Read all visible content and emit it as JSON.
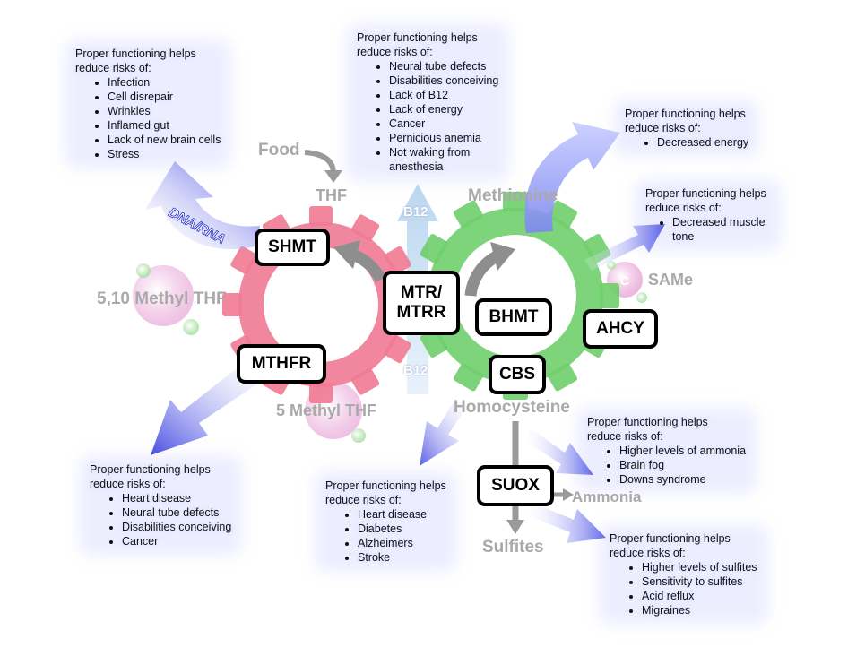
{
  "labels": {
    "food": "Food",
    "thf": "THF",
    "methionine": "Methionine",
    "b12_top": "B12",
    "b12_bottom": "B12",
    "dna_rna": "DNA/RNA",
    "methyl_5_10": "5,10 Methyl THF",
    "methyl_5": "5 Methyl THF",
    "homocysteine": "Homocysteine",
    "same": "SAMe",
    "c_mark": "C",
    "ammonia": "Ammonia",
    "sulfites": "Sulfites"
  },
  "enzymes": {
    "shmt": "SHMT",
    "mtr_line1": "MTR/",
    "mtr_line2": "MTRR",
    "bhmt": "BHMT",
    "ahcy": "AHCY",
    "mthfr": "MTHFR",
    "cbs": "CBS",
    "suox": "SUOX"
  },
  "notes": {
    "shmt": {
      "heading_line1": "Proper functioning helps",
      "heading_line2": "reduce risks of:",
      "items": [
        "Infection",
        "Cell disrepair",
        "Wrinkles",
        "Inflamed gut",
        "Lack of new brain cells",
        "Stress"
      ]
    },
    "mtr": {
      "heading_line1": "Proper functioning helps",
      "heading_line2": "reduce risks of:",
      "items": [
        "Neural tube defects",
        "Disabilities conceiving",
        "Lack of B12",
        "Lack of energy",
        "Cancer",
        "Pernicious anemia",
        "Not waking from anesthesia"
      ]
    },
    "methionine": {
      "heading_line1": "Proper functioning helps",
      "heading_line2": "reduce risks of:",
      "items": [
        "Decreased energy"
      ]
    },
    "same": {
      "heading_line1": "Proper functioning helps",
      "heading_line2": "reduce risks of:",
      "items": [
        "Decreased muscle tone"
      ]
    },
    "mthfr": {
      "heading_line1": "Proper functioning helps",
      "heading_line2": "reduce risks of:",
      "items": [
        "Heart disease",
        "Neural tube defects",
        "Disabilities conceiving",
        "Cancer"
      ]
    },
    "homocysteine": {
      "heading_line1": "Proper functioning helps",
      "heading_line2": "reduce risks of:",
      "items": [
        "Heart disease",
        "Diabetes",
        "Alzheimers",
        "Stroke"
      ]
    },
    "ammonia": {
      "heading_line1": "Proper functioning helps",
      "heading_line2": "reduce risks of:",
      "items": [
        "Higher levels of ammonia",
        "Brain fog",
        "Downs syndrome"
      ]
    },
    "sulfites": {
      "heading_line1": "Proper functioning helps",
      "heading_line2": "reduce risks of:",
      "items": [
        "Higher levels of sulfites",
        "Sensitivity to sulfites",
        "Acid reflux",
        "Migraines"
      ]
    }
  },
  "colors": {
    "folate_gear": "#f07a93",
    "methionine_gear": "#6fcf6b",
    "arrow_blue": "#4a52e0",
    "b12_arrow": "#b9d6ee",
    "label_gray": "#a9a9a9",
    "molecule_pink": "#e9a0d6"
  }
}
